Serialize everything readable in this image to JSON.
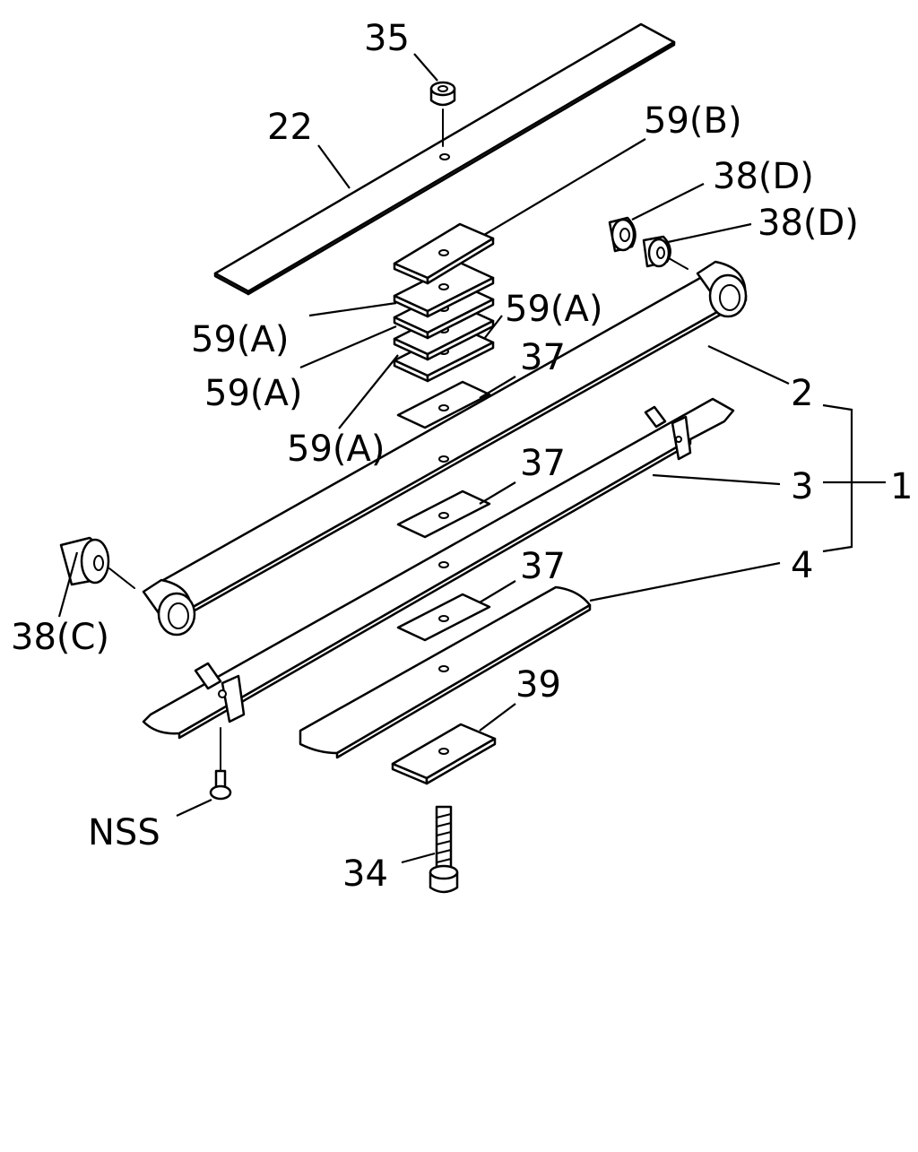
{
  "colors": {
    "line": "#000000",
    "background": "#ffffff"
  },
  "callouts": {
    "c35": "35",
    "c22": "22",
    "c59b": "59(B)",
    "c38d_1": "38(D)",
    "c38d_2": "38(D)",
    "c59a_1": "59(A)",
    "c59a_2": "59(A)",
    "c59a_3": "59(A)",
    "c59a_4": "59(A)",
    "c37_1": "37",
    "c2": "2",
    "c37_2": "37",
    "c3": "3",
    "c1": "1",
    "c4": "4",
    "c37_3": "37",
    "c38c": "38(C)",
    "c39": "39",
    "nss": "NSS",
    "c34": "34"
  }
}
